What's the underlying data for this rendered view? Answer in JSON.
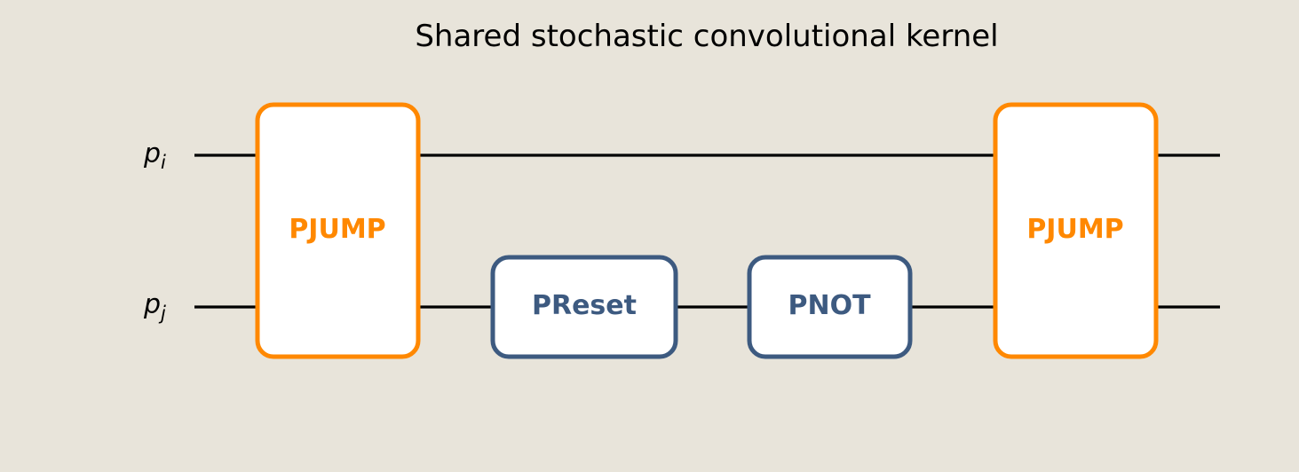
{
  "title": "Shared stochastic convolutional kernel",
  "wires": [
    {
      "id": "wire-i",
      "label_base": "p",
      "label_sub": "i"
    },
    {
      "id": "wire-j",
      "label_base": "p",
      "label_sub": "j"
    }
  ],
  "gates": [
    {
      "id": "pjump-gate-left",
      "label": "PJUMP",
      "type": "two-wire"
    },
    {
      "id": "preset-gate",
      "label": "PReset",
      "type": "single-wire"
    },
    {
      "id": "pnot-gate",
      "label": "PNOT",
      "type": "single-wire"
    },
    {
      "id": "pjump-gate-right",
      "label": "PJUMP",
      "type": "two-wire"
    }
  ],
  "colors": {
    "background": "#e8e4da",
    "wire": "#000000",
    "two_wire_gate": "#ff8800",
    "single_wire_gate": "#3d5a80",
    "gate_fill": "#ffffff"
  }
}
